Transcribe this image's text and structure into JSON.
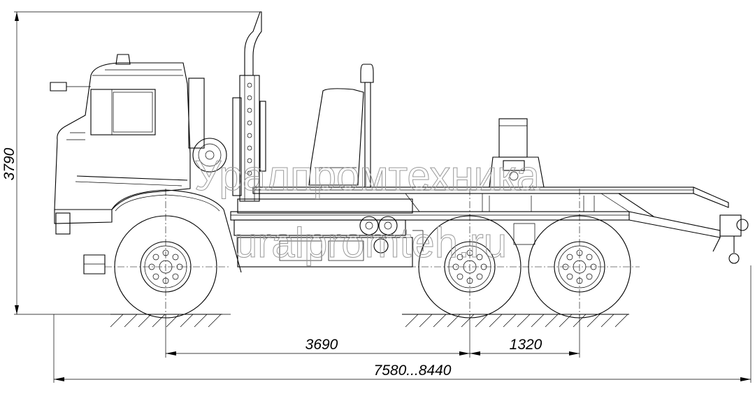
{
  "dimensions": {
    "height": "3790",
    "wheelbase_front": "3690",
    "wheelbase_rear": "1320",
    "overall_length": "7580...8440"
  },
  "watermark": {
    "line1": "Уралпромтехника",
    "line2": "uralpromteh.ru"
  },
  "colors": {
    "line": "#000000",
    "watermark": "#9a9a9a",
    "background": "#ffffff"
  }
}
